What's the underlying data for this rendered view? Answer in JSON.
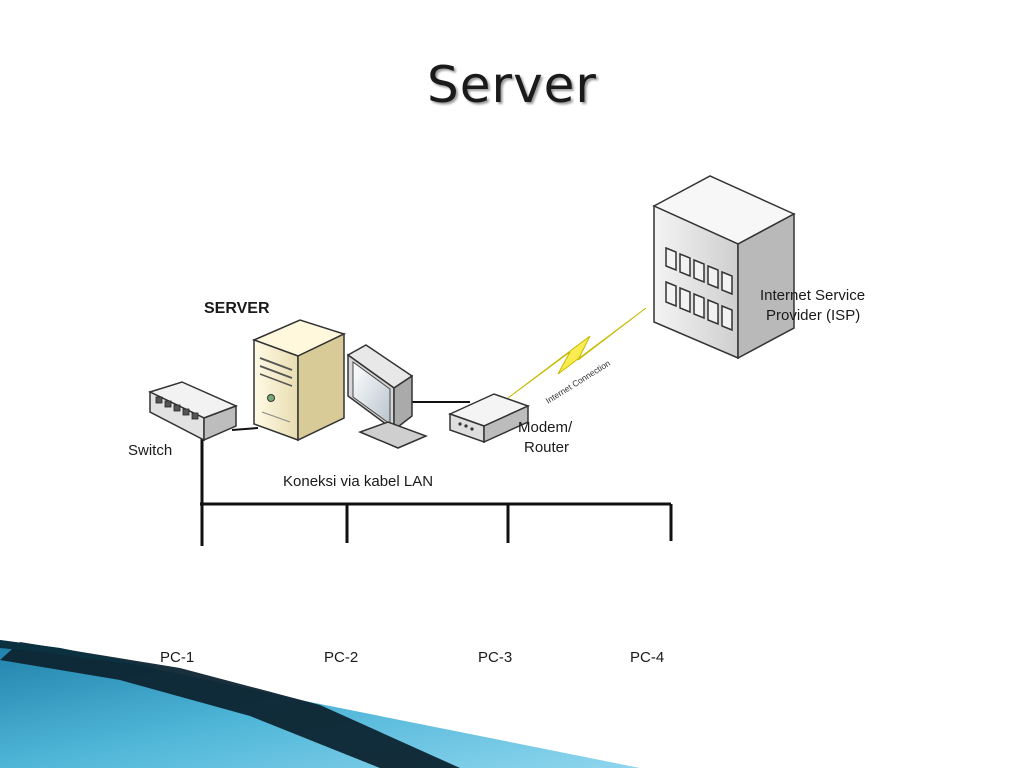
{
  "slide": {
    "title": "Server"
  },
  "diagram": {
    "server_label": "SERVER",
    "switch_label": "Switch",
    "modem_label_line1": "Modem/",
    "modem_label_line2": "Router",
    "isp_label_line1": "Internet Service",
    "isp_label_line2": "Provider (ISP)",
    "internet_connection_label": "Internet Connection",
    "lan_label": "Koneksi via kabel LAN",
    "pcs": [
      {
        "label": "PC-1"
      },
      {
        "label": "PC-2"
      },
      {
        "label": "PC-3"
      },
      {
        "label": "PC-4"
      }
    ]
  },
  "colors": {
    "banner_blue": "#3aa0c8",
    "banner_dark": "#0d2430",
    "lightning": "#f2ea2a"
  }
}
